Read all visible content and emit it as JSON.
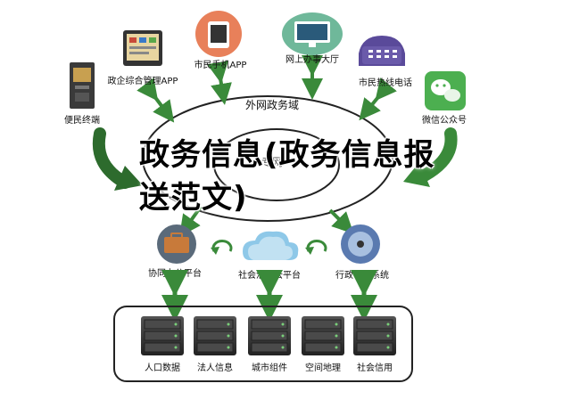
{
  "title": "政务信息(政务信息报送范文)",
  "ring": {
    "outer_label": "外网政务域",
    "inner_label": "专网"
  },
  "channels": {
    "mobile_app": "市民手机APP",
    "online_hall": "网上办事大厅",
    "gov_mgmt_app": "政企综合管理APP",
    "hotline": "市民热线电话",
    "kiosk": "便民终端",
    "wechat": "微信公众号"
  },
  "platforms": {
    "collab_office": "协同办公平台",
    "social_cloud": "社会治理云平台",
    "admin_approval": "行政审批系统"
  },
  "databases": [
    {
      "label": "人口数据"
    },
    {
      "label": "法人信息"
    },
    {
      "label": "城市组件"
    },
    {
      "label": "空间地理"
    },
    {
      "label": "社会信用"
    }
  ],
  "colors": {
    "green_arrow": "#3a8a3a",
    "dark_green_arrow": "#2d6b2d",
    "server": "#3a3a3a",
    "tablet_circle": "#e8805a",
    "monitor_circle": "#6fb89a",
    "phone_body": "#5a4a9a",
    "wechat_bg": "#4caf50",
    "briefcase": "#c87a3a",
    "cloud": "#8ec8e8",
    "disc": "#5a7ab0"
  }
}
